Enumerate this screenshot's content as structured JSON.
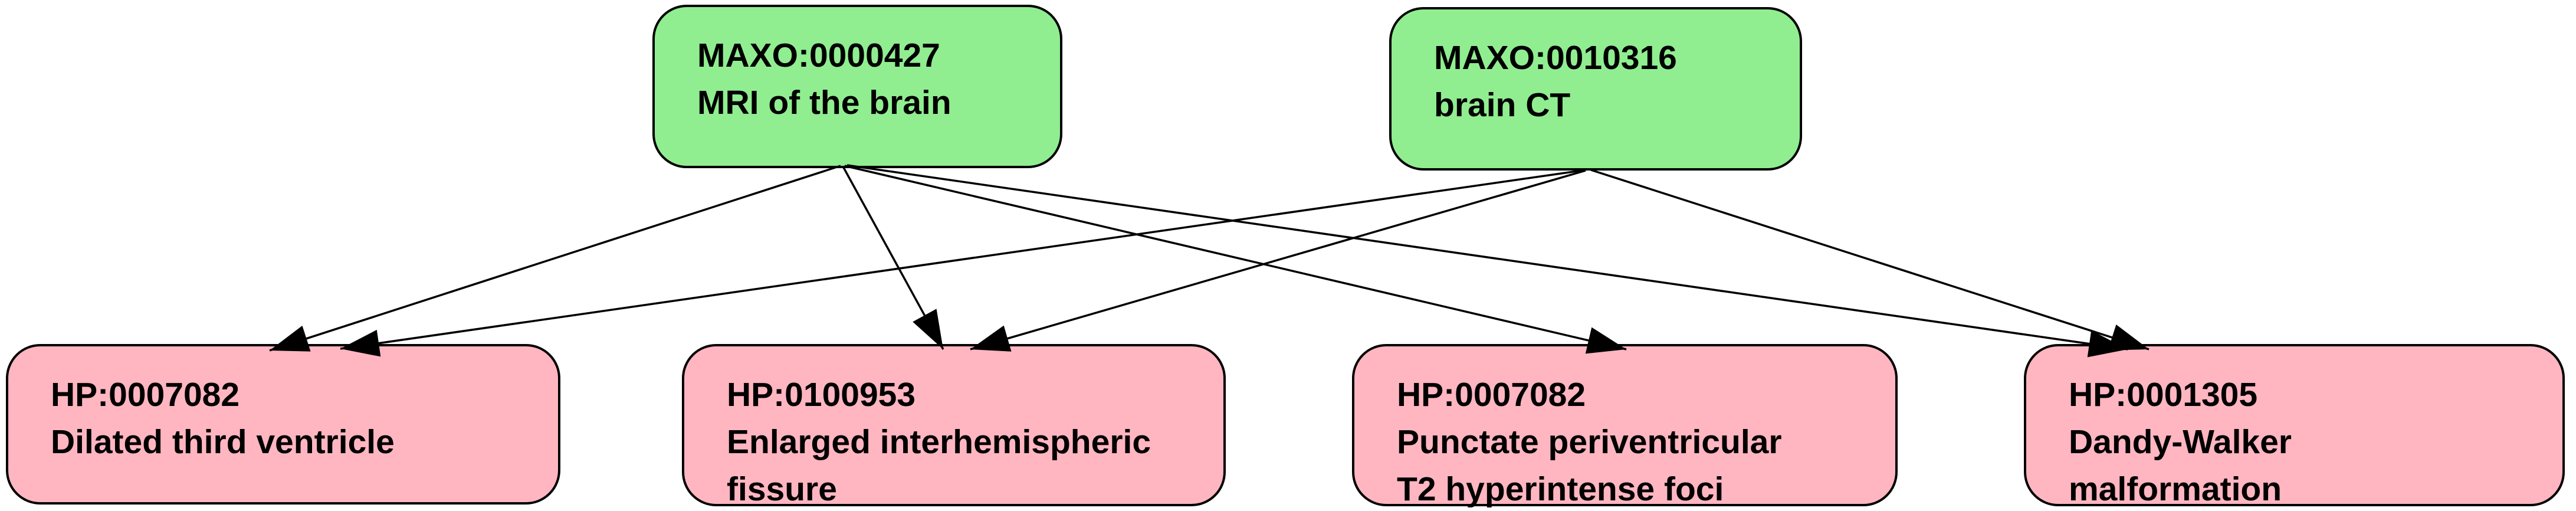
{
  "diagram": {
    "kind": "ontology-annotation-graph",
    "colors": {
      "maxo_node_fill": "#90ee90",
      "hp_node_fill": "#ffb6c1",
      "node_border": "#000000",
      "edge": "#000000",
      "background": "#ffffff"
    },
    "nodes": [
      {
        "id": "MAXO:0000427",
        "label": "MRI of the brain",
        "label_lines": [
          "MRI of the brain"
        ],
        "type": "maxo",
        "fill": "#90ee90"
      },
      {
        "id": "MAXO:0010316",
        "label": "brain CT",
        "label_lines": [
          "brain CT"
        ],
        "type": "maxo",
        "fill": "#90ee90"
      },
      {
        "id": "HP:0007082",
        "label": "Dilated third ventricle",
        "label_lines": [
          "Dilated third ventricle"
        ],
        "type": "hp",
        "fill": "#ffb6c1"
      },
      {
        "id": "HP:0100953",
        "label": "Enlarged interhemispheric fissure",
        "label_lines": [
          "Enlarged interhemispheric",
          "fissure"
        ],
        "type": "hp",
        "fill": "#ffb6c1"
      },
      {
        "id": "HP:0007082",
        "label": "Punctate periventricular T2 hyperintense foci",
        "label_lines": [
          "Punctate periventricular",
          "T2 hyperintense foci"
        ],
        "type": "hp",
        "fill": "#ffb6c1"
      },
      {
        "id": "HP:0001305",
        "label": "Dandy-Walker malformation",
        "label_lines": [
          "Dandy-Walker",
          "malformation"
        ],
        "type": "hp",
        "fill": "#ffb6c1"
      }
    ],
    "edges": [
      {
        "from_id": "MAXO:0000427",
        "from_label": "MRI of the brain",
        "to_id": "HP:0007082",
        "to_label": "Dilated third ventricle"
      },
      {
        "from_id": "MAXO:0000427",
        "from_label": "MRI of the brain",
        "to_id": "HP:0100953",
        "to_label": "Enlarged interhemispheric fissure"
      },
      {
        "from_id": "MAXO:0000427",
        "from_label": "MRI of the brain",
        "to_id": "HP:0007082",
        "to_label": "Punctate periventricular T2 hyperintense foci"
      },
      {
        "from_id": "MAXO:0000427",
        "from_label": "MRI of the brain",
        "to_id": "HP:0001305",
        "to_label": "Dandy-Walker malformation"
      },
      {
        "from_id": "MAXO:0010316",
        "from_label": "brain CT",
        "to_id": "HP:0007082",
        "to_label": "Dilated third ventricle"
      },
      {
        "from_id": "MAXO:0010316",
        "from_label": "brain CT",
        "to_id": "HP:0100953",
        "to_label": "Enlarged interhemispheric fissure"
      },
      {
        "from_id": "MAXO:0010316",
        "from_label": "brain CT",
        "to_id": "HP:0001305",
        "to_label": "Dandy-Walker malformation"
      }
    ]
  }
}
